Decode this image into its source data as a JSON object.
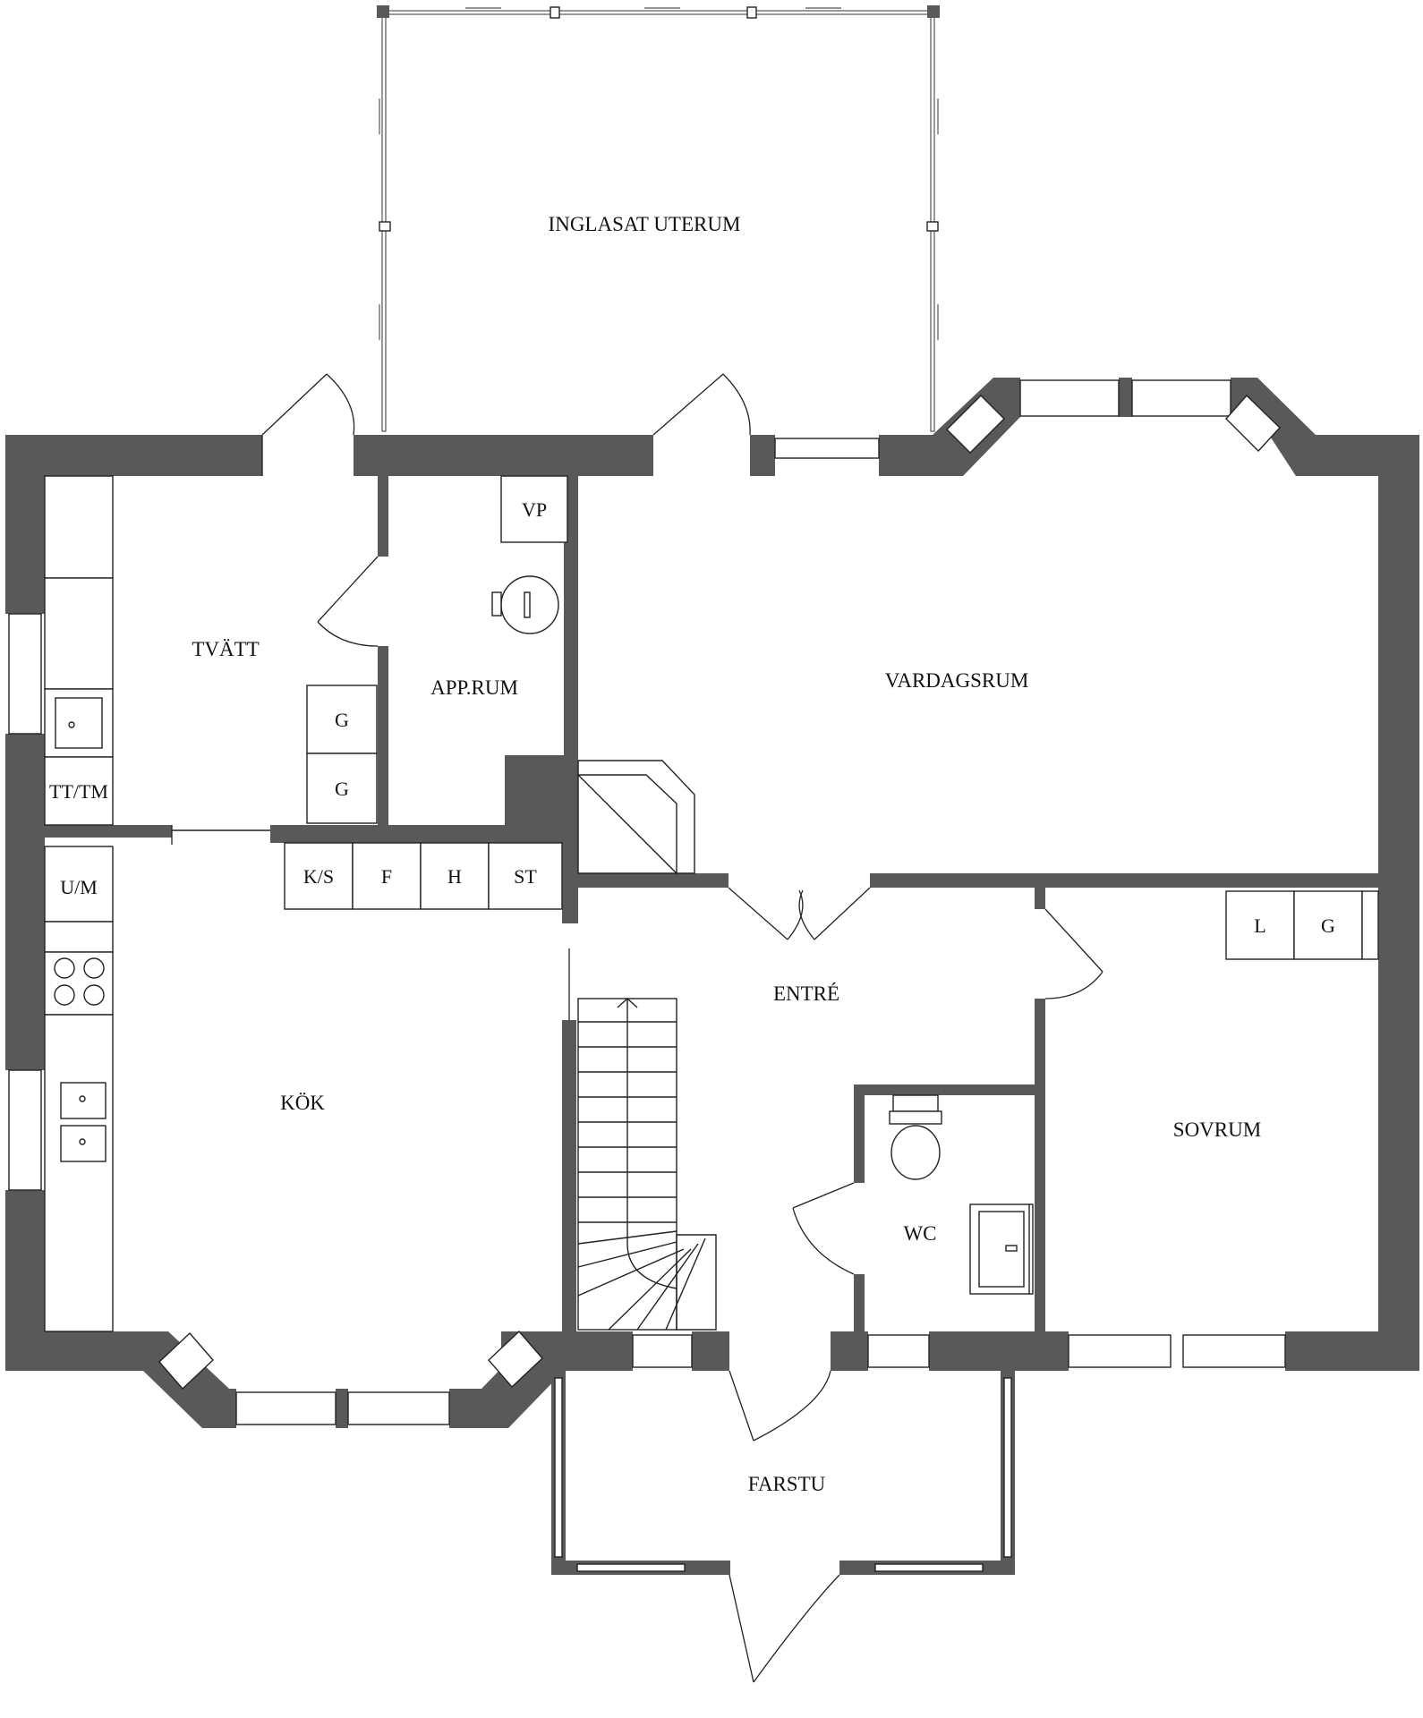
{
  "rooms": {
    "uterum": "INGLASAT UTERUM",
    "tvatt": "TVÄTT",
    "apprum": "APP.RUM",
    "vardagsrum": "VARDAGSRUM",
    "kok": "KÖK",
    "entre": "ENTRÉ",
    "wc": "WC",
    "sovrum": "SOVRUM",
    "farstu": "FARSTU"
  },
  "fixtures": {
    "vp": "VP",
    "g1": "G",
    "g2": "G",
    "tttm": "TT/TM",
    "um": "U/M",
    "ks": "K/S",
    "f": "F",
    "h": "H",
    "st": "ST",
    "l": "L",
    "g3": "G"
  },
  "colors": {
    "wall": "#595959",
    "line": "#222222",
    "background": "#ffffff"
  }
}
